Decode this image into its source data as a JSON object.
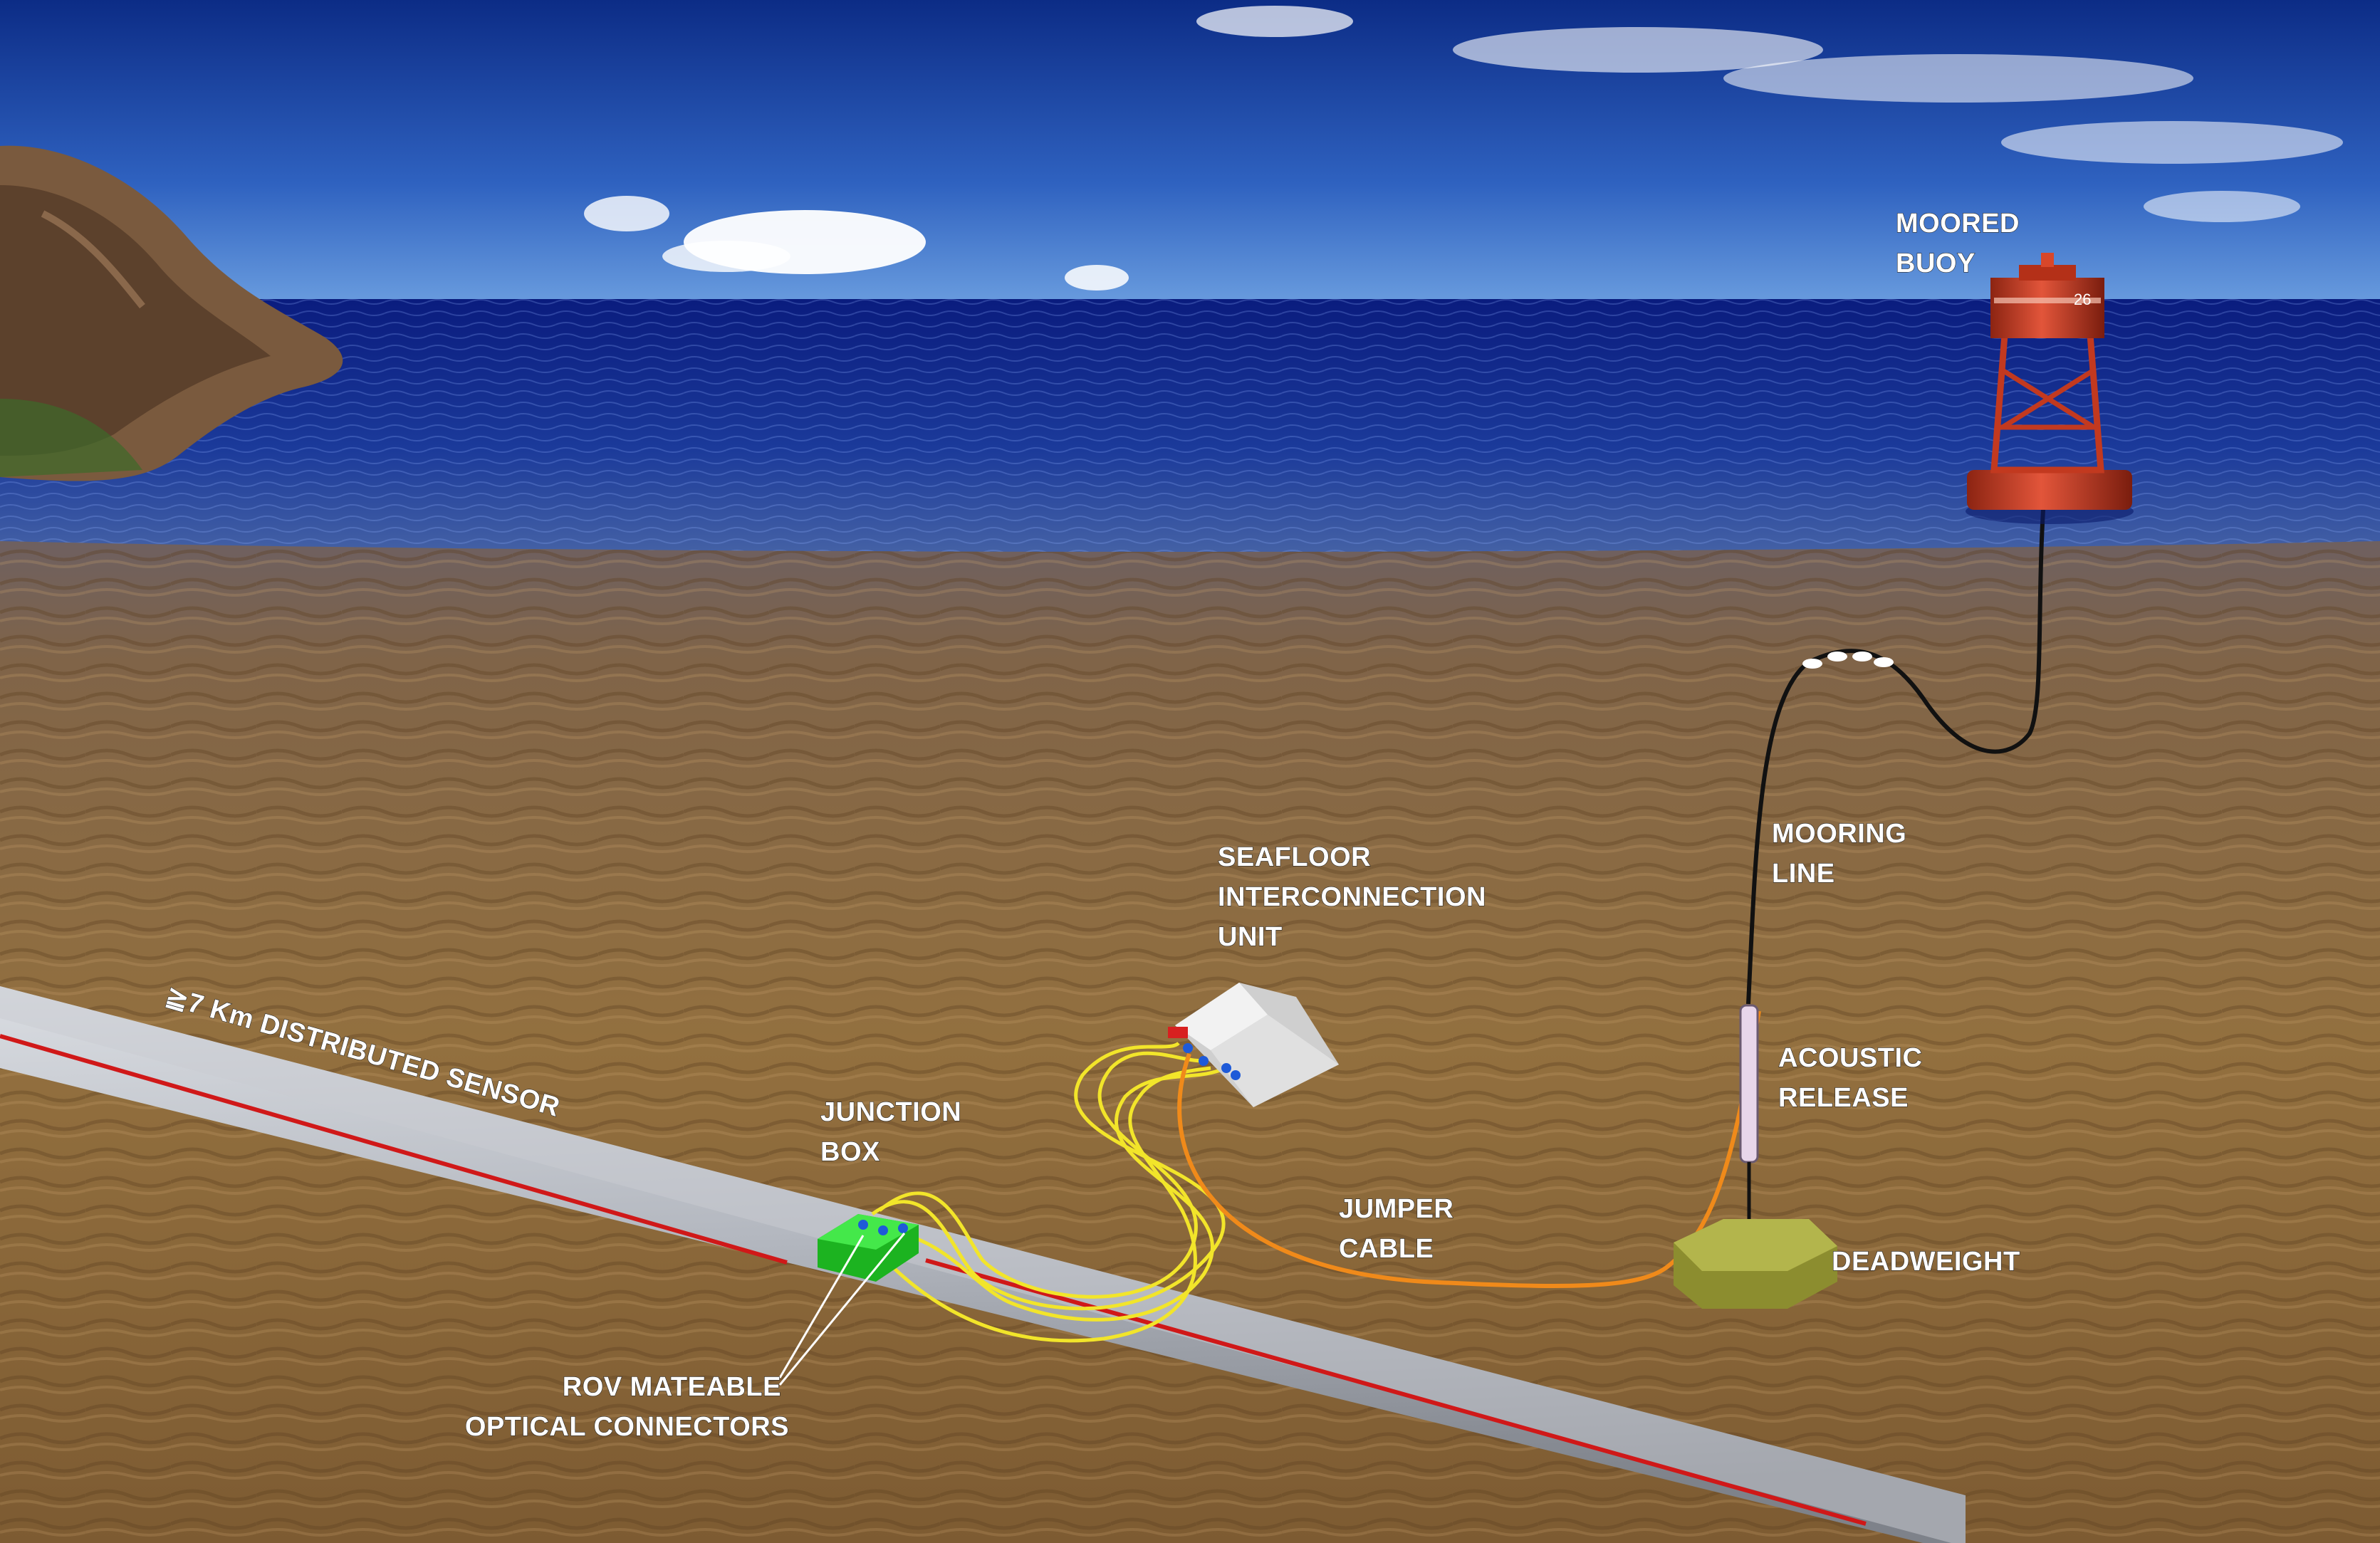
{
  "labels": {
    "moored_buoy": [
      "MOORED",
      "BUOY"
    ],
    "mooring_line": [
      "MOORING",
      "LINE"
    ],
    "seafloor_unit": [
      "SEAFLOOR",
      "INTERCONNECTION",
      "UNIT"
    ],
    "distributed_sensor": "≧7 Km DISTRIBUTED SENSOR",
    "junction_box": [
      "JUNCTION",
      "BOX"
    ],
    "acoustic_release": [
      "ACOUSTIC",
      "RELEASE"
    ],
    "jumper_cable": [
      "JUMPER",
      "CABLE"
    ],
    "deadweight": "DEADWEIGHT",
    "rov_connectors": [
      "ROV MATEABLE",
      "OPTICAL CONNECTORS"
    ]
  },
  "buoy_marking": "26",
  "colors": {
    "sky_top": "#0f2f8a",
    "sky_horizon": "#5a8fd6",
    "ocean_far": "#0b1f8a",
    "ocean_near": "#3a5ea8",
    "seafloor": "#8f6a3c",
    "sensor_pipe": "#b8bcc4",
    "sensor_stripe": "#d01818",
    "fiber": "#f2e52a",
    "jumper": "#f08a1a",
    "mooring": "#111111",
    "junction_box": "#22d42a",
    "seafloor_unit": "#e4e4e4",
    "deadweight": "#9fa03a",
    "buoy": "#d8472a",
    "acoustic_release": "#e8d6ea"
  }
}
